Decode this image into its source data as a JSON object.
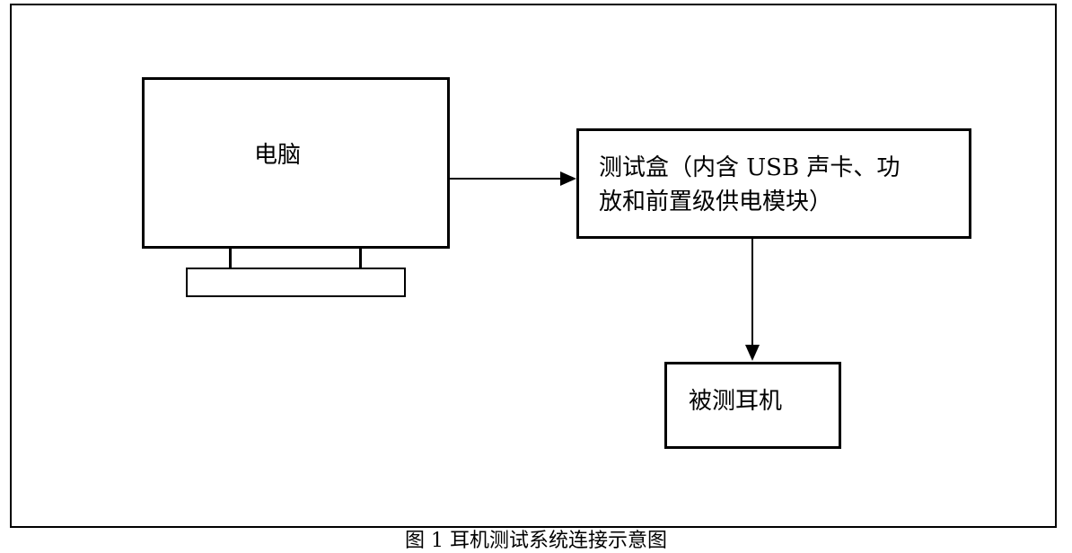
{
  "diagram": {
    "nodes": {
      "computer": {
        "label": "电脑"
      },
      "test_box": {
        "label_line1": "测试盒（内含 USB 声卡、功",
        "label_line2": "放和前置级供电模块）"
      },
      "headphone": {
        "label": "被测耳机"
      }
    },
    "edges": [
      {
        "from": "computer",
        "to": "test_box"
      },
      {
        "from": "test_box",
        "to": "headphone"
      }
    ]
  },
  "caption": {
    "text": "图 1   耳机测试系统连接示意图"
  }
}
